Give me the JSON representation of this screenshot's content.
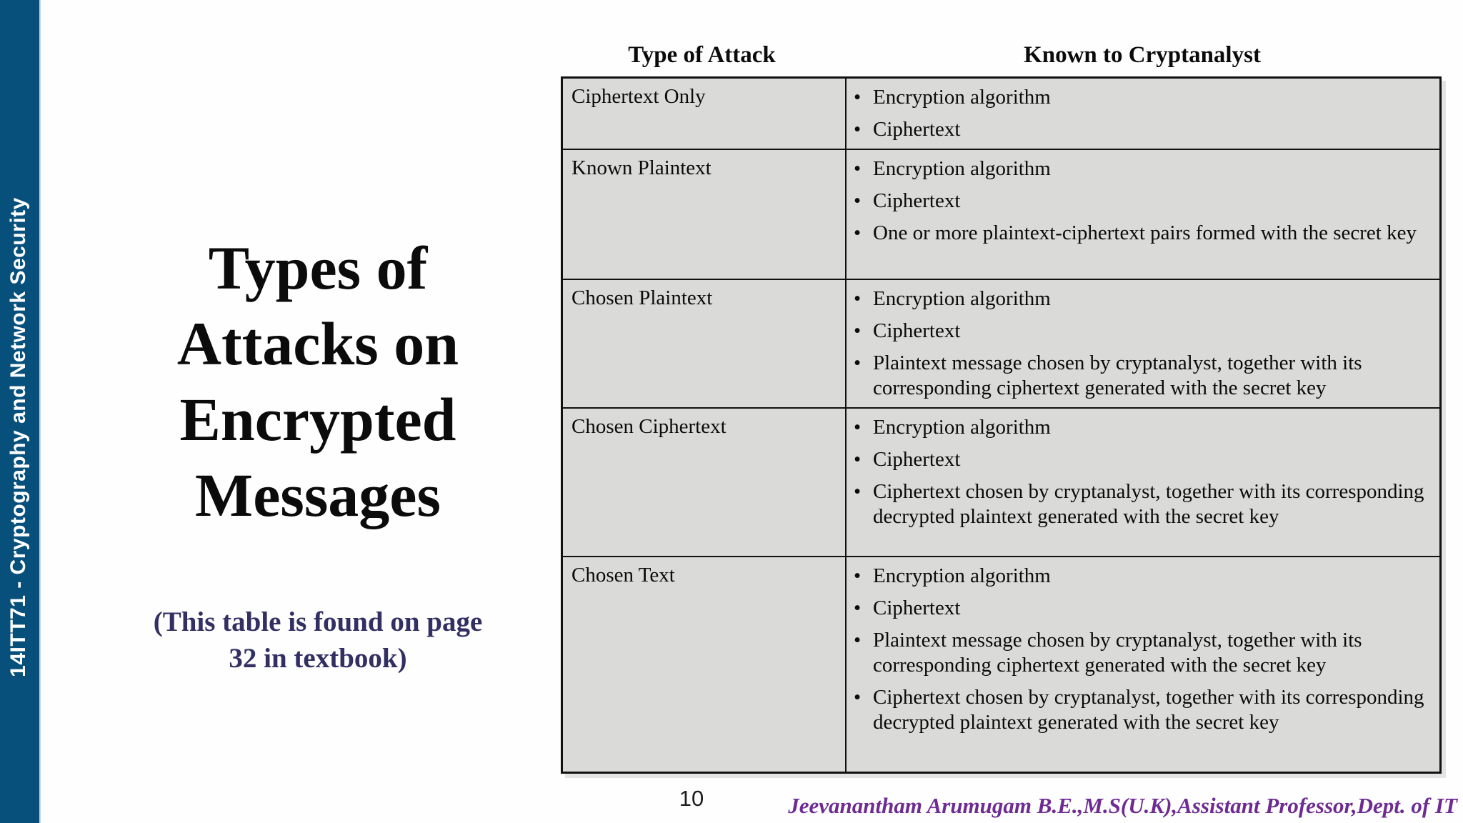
{
  "sidebar": {
    "course_label": "14ITT71  - Cryptography and Network Security"
  },
  "left_panel": {
    "title": "Types of\nAttacks on\nEncrypted\nMessages",
    "note": "(This table is found on page\n32 in textbook)"
  },
  "table": {
    "bullet_char": "•",
    "headers": [
      "Type of Attack",
      "Known to Cryptanalyst"
    ],
    "rows": [
      {
        "attack": "Ciphertext Only",
        "known": [
          "Encryption algorithm",
          "Ciphertext"
        ]
      },
      {
        "attack": "Known Plaintext",
        "known": [
          "Encryption algorithm",
          "Ciphertext",
          "One or more plaintext-ciphertext pairs formed with the secret key"
        ]
      },
      {
        "attack": "Chosen Plaintext",
        "known": [
          "Encryption algorithm",
          "Ciphertext",
          "Plaintext message chosen by cryptanalyst, together with its corresponding ciphertext generated with the secret key"
        ]
      },
      {
        "attack": "Chosen Ciphertext",
        "known": [
          "Encryption algorithm",
          "Ciphertext",
          "Ciphertext chosen by cryptanalyst, together with its corresponding decrypted plaintext generated with the secret key"
        ]
      },
      {
        "attack": "Chosen Text",
        "known": [
          "Encryption algorithm",
          "Ciphertext",
          "Plaintext message chosen by cryptanalyst, together with its corresponding ciphertext generated with the secret key",
          "Ciphertext chosen by cryptanalyst, together with its corresponding decrypted plaintext generated with the secret key"
        ]
      }
    ]
  },
  "footer": {
    "page_number": "10",
    "credit": "Jeevanantham Arumugam B.E.,M.S(U.K),Assistant Professor,Dept. of IT"
  },
  "colors": {
    "page_bg": "#FDFEFD",
    "sidebar_bg": "#07507C",
    "cell_bg": "#DADBD8",
    "border": "#111111",
    "note_text": "#322F63",
    "credit_text": "#6E2B92"
  }
}
